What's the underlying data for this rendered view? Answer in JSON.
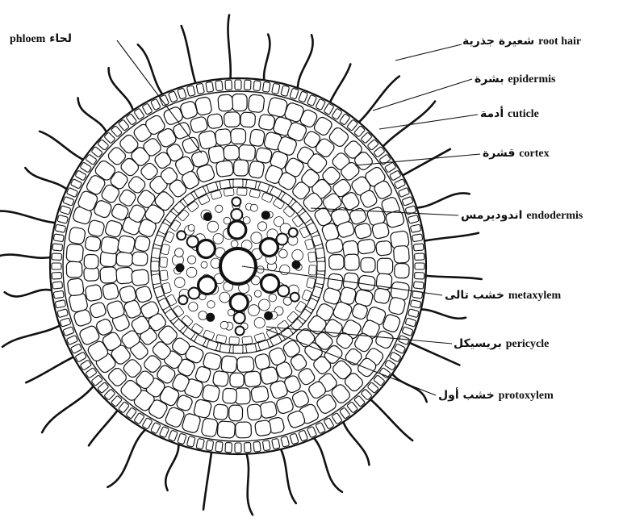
{
  "labels": {
    "phloem": {
      "en": "phloem",
      "ar": "لحاء"
    },
    "root_hair": {
      "en": "root hair",
      "ar": "شعيرة جذرية"
    },
    "epidermis": {
      "en": "epidermis",
      "ar": "بشرة"
    },
    "cuticle": {
      "en": "cuticle",
      "ar": "أدمة"
    },
    "cortex": {
      "en": "cortex",
      "ar": "قشرة"
    },
    "endodermis": {
      "en": "endodermis",
      "ar": "اندوديرمس"
    },
    "metaxylem": {
      "en": "metaxylem",
      "ar": "خشب تالى"
    },
    "pericycle": {
      "en": "pericycle",
      "ar": "بريسيكل"
    },
    "protoxylem": {
      "en": "protoxylem",
      "ar": "خشب أول"
    }
  },
  "colors": {
    "ink": "#111111",
    "paper": "#ffffff"
  }
}
